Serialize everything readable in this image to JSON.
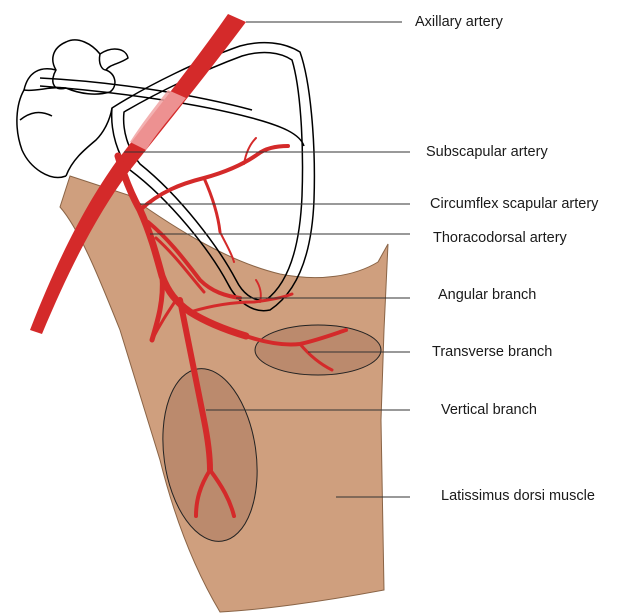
{
  "labels": {
    "axillary": "Axillary artery",
    "subscapular": "Subscapular artery",
    "circumflex": "Circumflex scapular artery",
    "thoracodorsal": "Thoracodorsal artery",
    "angular": "Angular branch",
    "transverse": "Transverse branch",
    "vertical": "Vertical branch",
    "latissimus": "Latissimus dorsi muscle"
  },
  "colors": {
    "artery": "#d42a2a",
    "artery_translucent": "#ef8f8f",
    "muscle": "#cf9f7e",
    "highlight": "#ad7d62",
    "outline": "#000000",
    "leader": "#333333"
  }
}
